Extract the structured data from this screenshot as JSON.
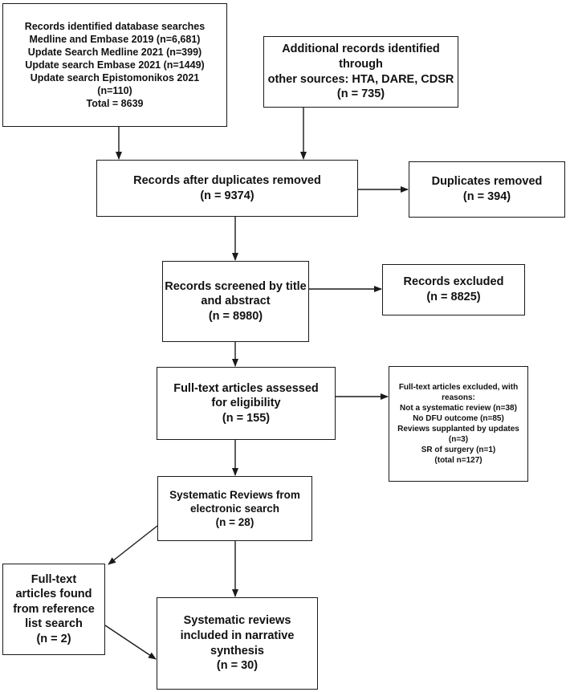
{
  "boxes": {
    "db_search": {
      "lines": [
        "Records identified database searches",
        "Medline and Embase 2019 (n=6,681)",
        "Update Search Medline 2021 (n=399)",
        "Update search Embase 2021 (n=1449)",
        "Update search Epistomonikos 2021",
        "(n=110)",
        "Total = 8639"
      ]
    },
    "other_sources": {
      "lines": [
        "Additional records identified through",
        "other sources: HTA, DARE, CDSR",
        "(n = 735)"
      ]
    },
    "after_duplicates": {
      "lines": [
        "Records after duplicates removed",
        "(n = 9374)"
      ]
    },
    "duplicates_removed": {
      "lines": [
        "Duplicates removed",
        "(n = 394)"
      ]
    },
    "screened": {
      "lines": [
        "Records screened by title",
        "and abstract",
        "(n = 8980)"
      ]
    },
    "excluded": {
      "lines": [
        "Records excluded",
        "(n = 8825)"
      ]
    },
    "fulltext_assessed": {
      "lines": [
        "Full-text articles assessed",
        "for eligibility",
        "(n = 155)"
      ]
    },
    "fulltext_excluded": {
      "lines": [
        "Full-text articles excluded, with",
        "reasons:",
        "Not a systematic review (n=38)",
        "No DFU outcome (n=85)",
        "Reviews supplanted by updates",
        "(n=3)",
        "SR of surgery (n=1)",
        "(total n=127)"
      ]
    },
    "sr_electronic": {
      "lines": [
        "Systematic Reviews from",
        "electronic search",
        "(n = 28)"
      ]
    },
    "reference_list": {
      "lines": [
        "Full-text",
        "articles found",
        "from reference",
        "list search",
        "(n = 2)"
      ]
    },
    "included": {
      "lines": [
        "Systematic reviews",
        "included in narrative",
        "synthesis",
        "(n = 30)"
      ]
    }
  }
}
